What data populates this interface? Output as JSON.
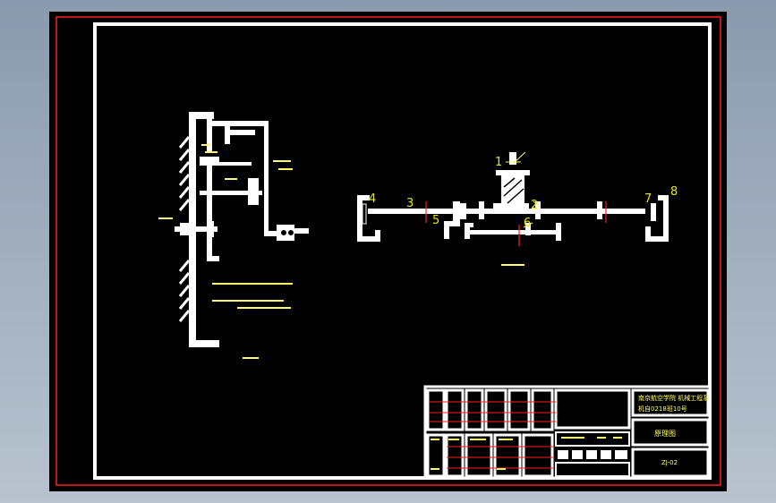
{
  "drawing": {
    "part_numbers": [
      "1",
      "2",
      "3",
      "4",
      "5",
      "6",
      "7",
      "8"
    ],
    "title_block": {
      "school_line1": "南京航空学院 机械工程系",
      "school_line2": "机自0218班10号",
      "drawing_name": "原理图",
      "drawing_code": "ZJ-02"
    }
  },
  "colors": {
    "background": "#000000",
    "frame": "#ffffff",
    "border": "#ff2020",
    "label": "#ffff66",
    "part_number": "#e8e800"
  }
}
